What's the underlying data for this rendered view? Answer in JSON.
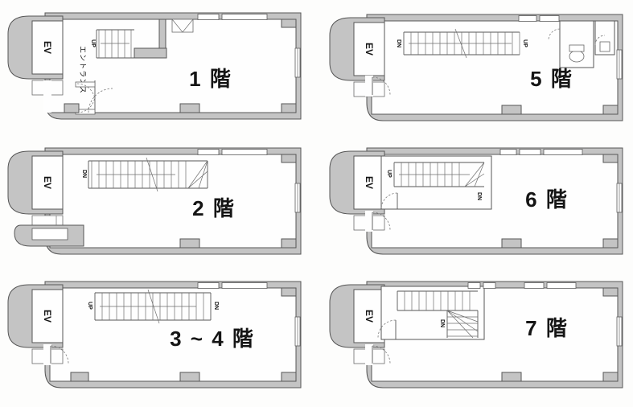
{
  "diagram": {
    "kind": "building-floor-plans",
    "colors": {
      "wall": "#c4c4c4",
      "line": "#565656",
      "background": "#fdfdfc",
      "text": "#151515"
    },
    "floors": [
      {
        "name": "floor-1",
        "label": "1 階",
        "ev": "EV",
        "up": "UP",
        "entrance": "エントランス"
      },
      {
        "name": "floor-5",
        "label": "5 階",
        "ev": "EV",
        "dn": "DN",
        "up": "UP"
      },
      {
        "name": "floor-2",
        "label": "2 階",
        "ev": "EV",
        "dn": "DN"
      },
      {
        "name": "floor-6",
        "label": "6 階",
        "ev": "EV",
        "up": "UP",
        "dn": "DN"
      },
      {
        "name": "floor-3-4",
        "label": "3 ~ 4 階",
        "ev": "EV",
        "up": "UP",
        "dn": "DN"
      },
      {
        "name": "floor-7",
        "label": "7 階",
        "ev": "EV",
        "dn": "DN"
      }
    ]
  }
}
